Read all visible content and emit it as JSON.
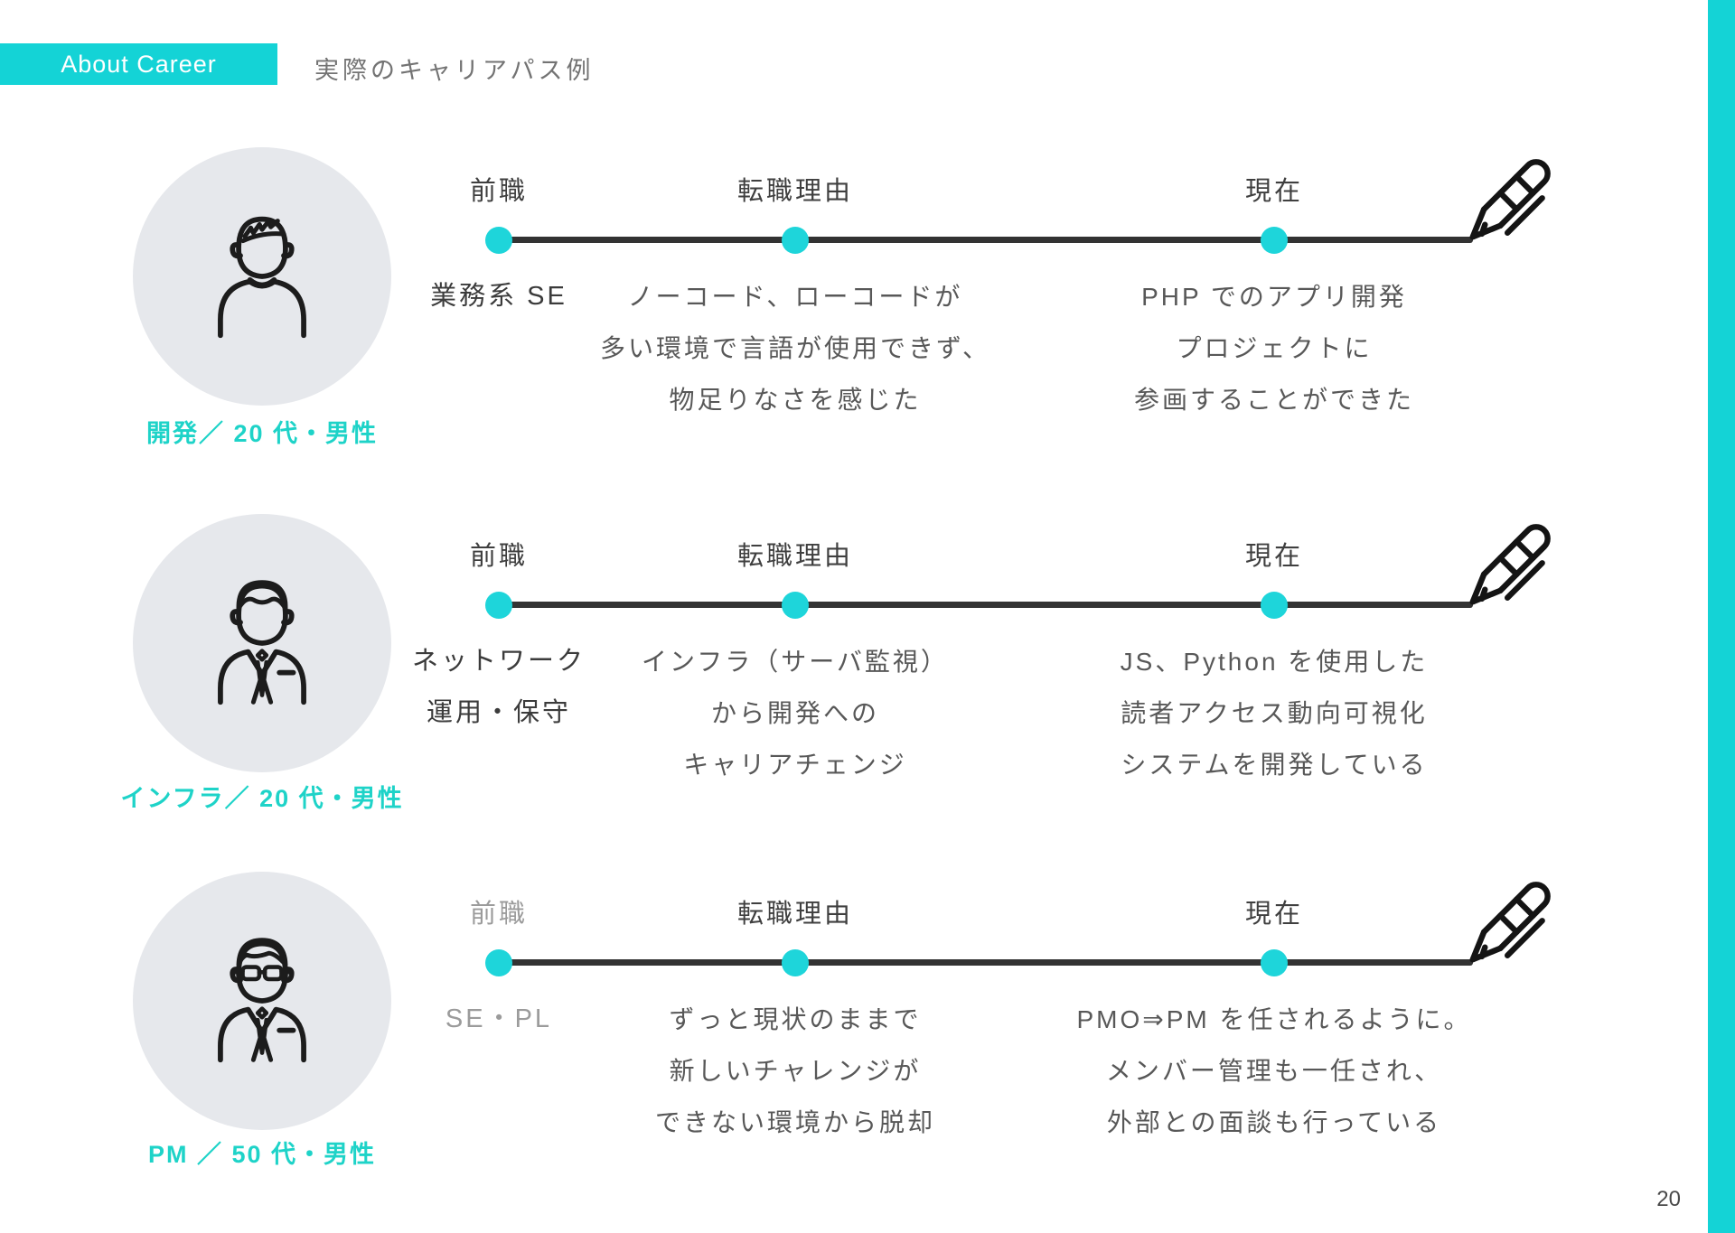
{
  "colors": {
    "accent_cyan": "#14d3d6",
    "dot_cyan": "#1ed5da",
    "persona_label_teal": "#1ed3c8",
    "timeline_dark": "#333333",
    "avatar_circle_gray": "#e6e8ec",
    "body_text_gray": "#585858",
    "muted_text_gray": "#9b9b9b"
  },
  "header": {
    "badge": "About Career",
    "title": "実際のキャリアパス例"
  },
  "page_number": "20",
  "rows": [
    {
      "persona": {
        "label": "開発／ 20 代・男性",
        "avatar": "young-man-icon"
      },
      "stages": [
        {
          "label": "前職",
          "lines": [
            "業務系 SE"
          ]
        },
        {
          "label": "転職理由",
          "lines": [
            "ノーコード、ローコードが",
            "多い環境で言語が使用できず、",
            "物足りなさを感じた"
          ]
        },
        {
          "label": "現在",
          "lines": [
            "PHP でのアプリ開発",
            "プロジェクトに",
            "参画することができた"
          ]
        }
      ]
    },
    {
      "persona": {
        "label": "インフラ／ 20 代・男性",
        "avatar": "business-man-icon"
      },
      "stages": [
        {
          "label": "前職",
          "lines": [
            "ネットワーク",
            "運用・保守"
          ]
        },
        {
          "label": "転職理由",
          "lines": [
            "インフラ（サーバ監視）",
            "から開発への",
            "キャリアチェンジ"
          ]
        },
        {
          "label": "現在",
          "lines": [
            "JS、Python を使用した",
            "読者アクセス動向可視化",
            "システムを開発している"
          ]
        }
      ]
    },
    {
      "persona": {
        "label": "PM ／ 50 代・男性",
        "avatar": "senior-man-glasses-icon"
      },
      "stages": [
        {
          "label": "前職",
          "lines": [
            "SE・PL"
          ]
        },
        {
          "label": "転職理由",
          "lines": [
            "ずっと現状のままで",
            "新しいチャレンジが",
            "できない環境から脱却"
          ]
        },
        {
          "label": "現在",
          "lines": [
            "PMO⇒PM を任されるように。",
            "メンバー管理も一任され、",
            "外部との面談も行っている"
          ]
        }
      ]
    }
  ]
}
